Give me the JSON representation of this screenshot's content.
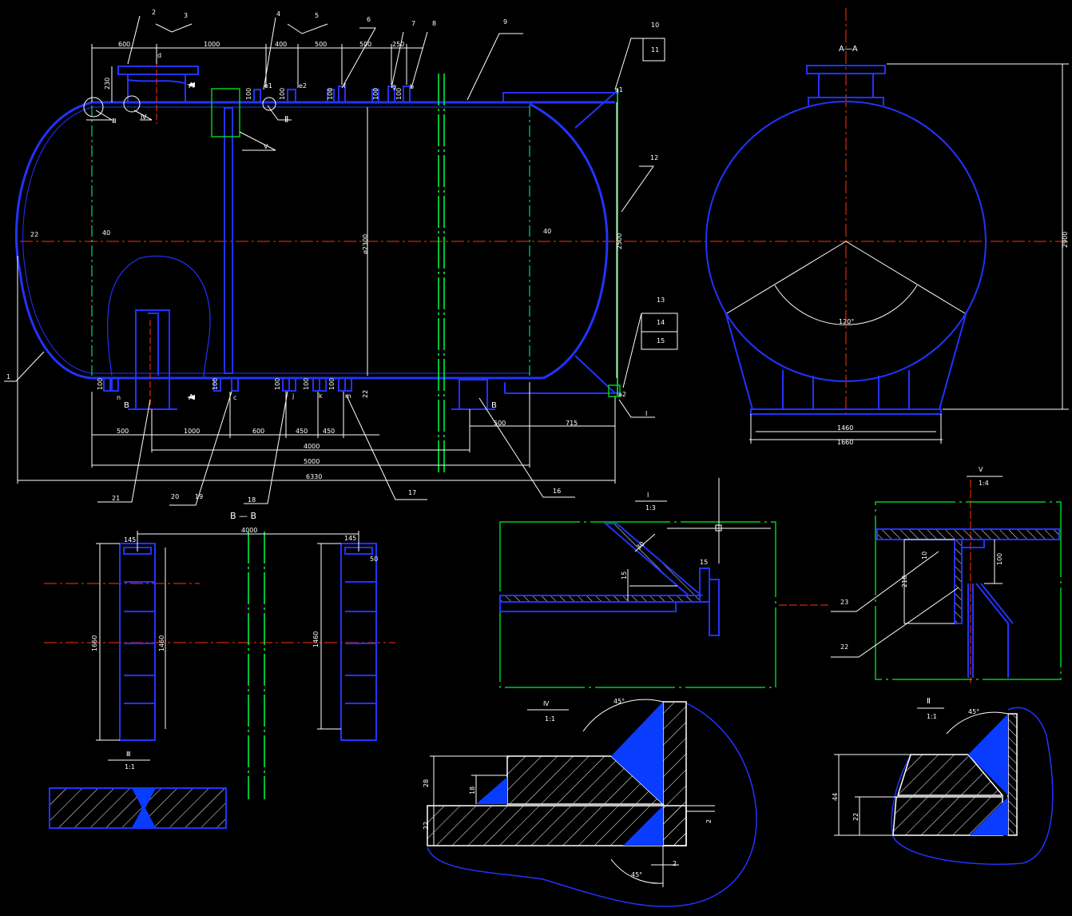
{
  "colors": {
    "background": "#000000",
    "outline": "#2233ff",
    "dimension": "#ffffff",
    "centerline": "#ff3300",
    "frame": "#00cc22",
    "axis": "#00ff44",
    "weld": "#0a3cff"
  },
  "main_view": {
    "part_numbers": [
      "1",
      "2",
      "3",
      "4",
      "5",
      "6",
      "7",
      "8",
      "9",
      "10",
      "11",
      "12",
      "13",
      "14",
      "15",
      "16",
      "17",
      "18",
      "19",
      "20",
      "21"
    ],
    "top_dims": [
      "600",
      "1000",
      "400",
      "500",
      "500",
      "250"
    ],
    "nozzle_letters": [
      "d",
      "e1",
      "e2",
      "f",
      "g",
      "b",
      "a1",
      "n",
      "c",
      "j",
      "k",
      "m",
      "a2",
      "i"
    ],
    "nozzle_height": "100",
    "manhole_height": "230",
    "wall_left": "22",
    "wall_inner_left": "40",
    "wall_inner_right": "40",
    "diameter": "ø2300",
    "height_right": "2500",
    "wall_bottom": "22",
    "bottom_dims": [
      "500",
      "1000",
      "600",
      "450",
      "450"
    ],
    "saddle_dims": [
      "500",
      "715"
    ],
    "overall_dims": [
      "4000",
      "5000",
      "6330"
    ],
    "section_marks": [
      "A",
      "A",
      "B",
      "B"
    ],
    "detail_markers": [
      "Ⅲ",
      "Ⅳ",
      "Ⅱ",
      "Ⅴ",
      "Ⅰ"
    ]
  },
  "side_view": {
    "title": "A—A",
    "height": "2900",
    "angle": "120°",
    "width_inner": "1460",
    "width_outer": "1660"
  },
  "section_bb": {
    "title": "B — B",
    "span": "4000",
    "left_top": "145",
    "right_top": "145",
    "right_flange": "50",
    "left_outer": "1660",
    "left_inner": "1460",
    "right_inner": "1460"
  },
  "detail_1": {
    "title": "Ⅰ",
    "scale": "1:3",
    "dims": [
      "30",
      "15",
      "15"
    ]
  },
  "detail_5": {
    "title": "Ⅴ",
    "scale": "1:4",
    "dims": [
      "10",
      "210",
      "100"
    ],
    "labels": [
      "23",
      "22"
    ]
  },
  "detail_3": {
    "title": "Ⅲ",
    "scale": "1:1"
  },
  "detail_4": {
    "title": "Ⅳ",
    "scale": "1:1",
    "angle_top": "45°",
    "angle_bottom": "45°",
    "dims": [
      "28",
      "18",
      "22",
      "2",
      "2"
    ]
  },
  "detail_2": {
    "title": "Ⅱ",
    "scale": "1:1",
    "angle": "45°",
    "dims": [
      "44",
      "22"
    ]
  }
}
